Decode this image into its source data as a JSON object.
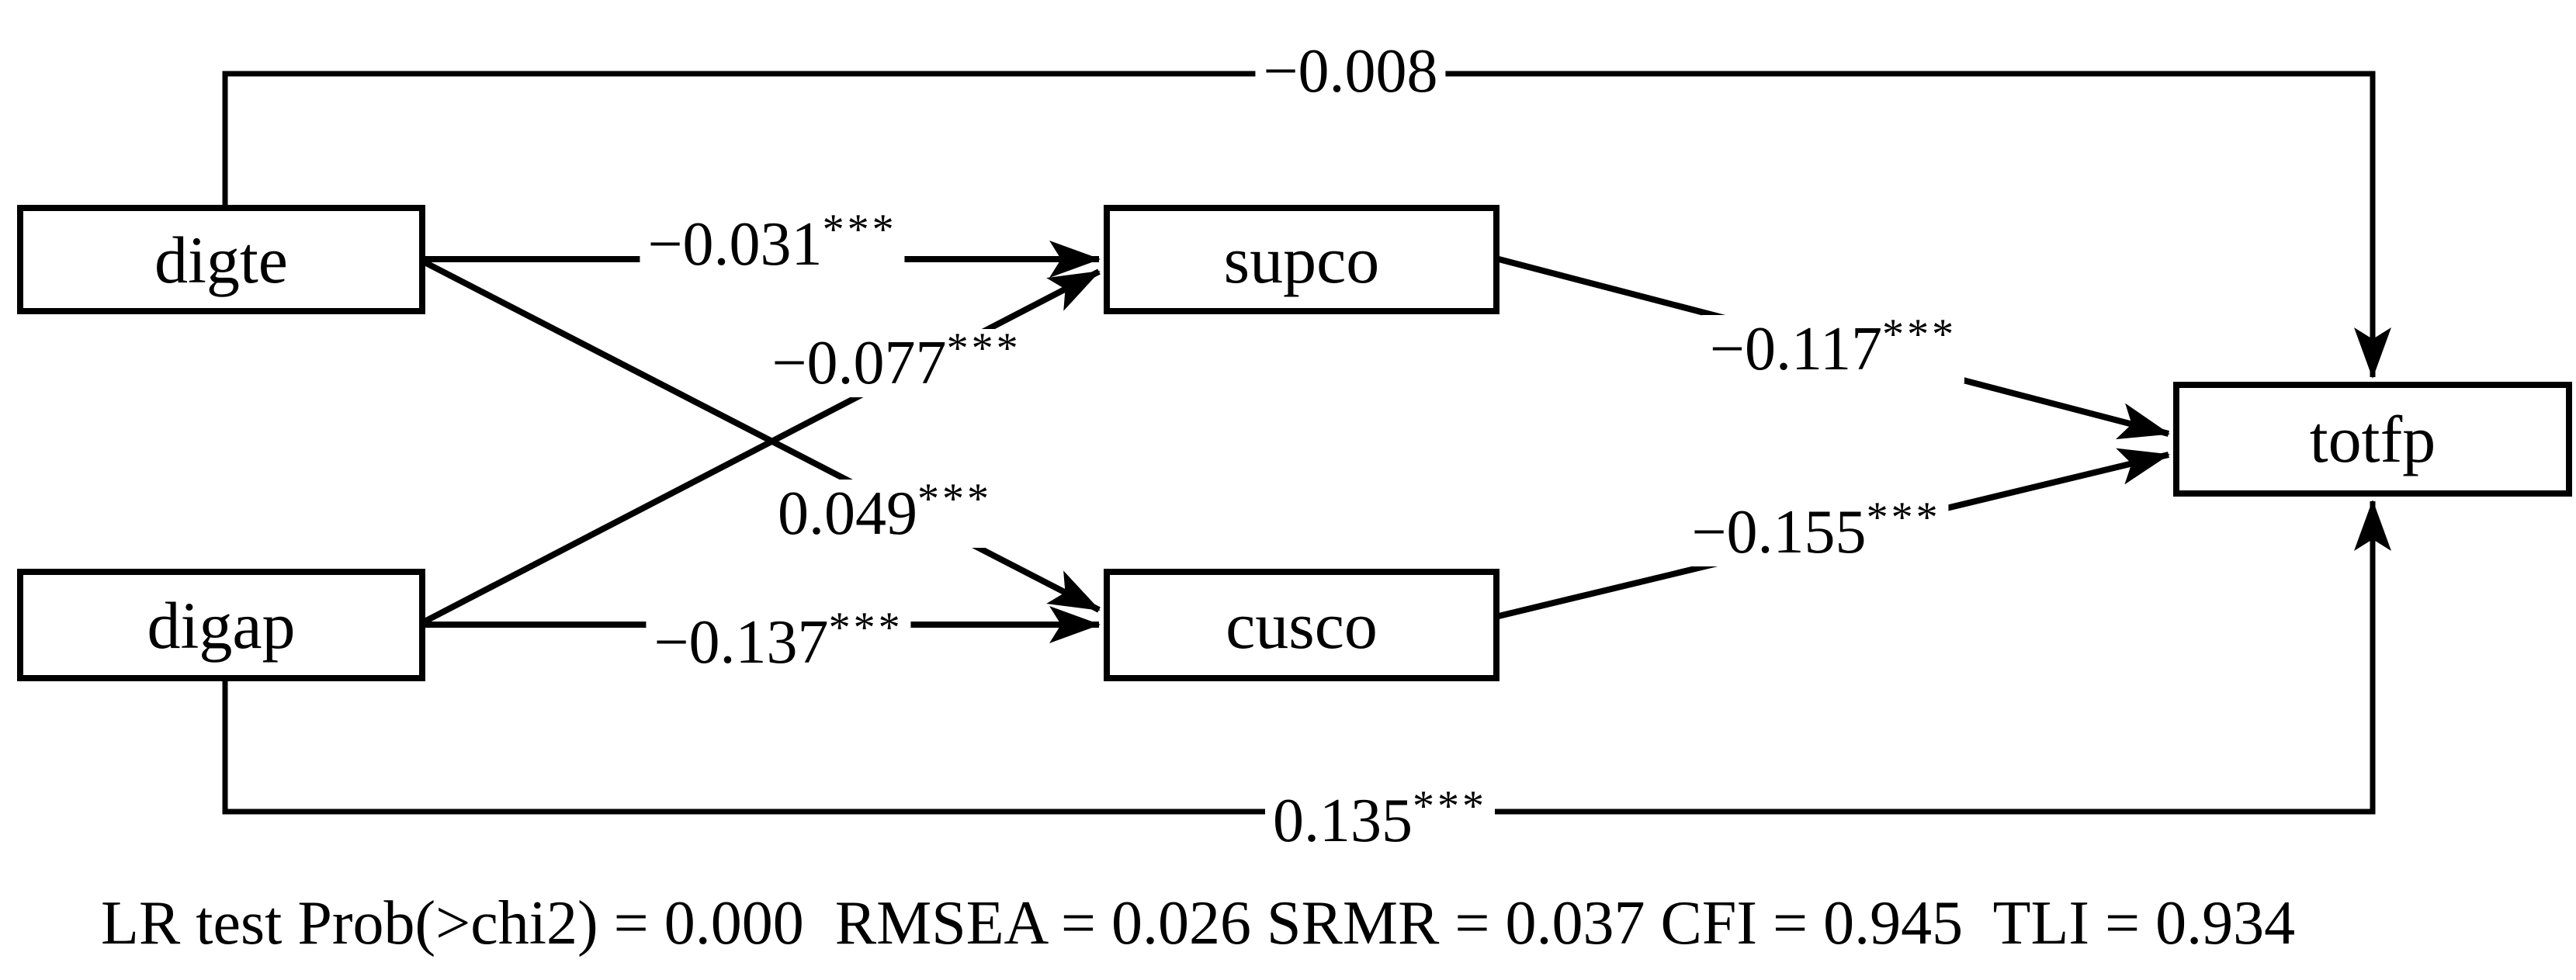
{
  "diagram": {
    "title": "SEM path diagram",
    "nodes": [
      {
        "id": "digte",
        "label": "digte"
      },
      {
        "id": "digap",
        "label": "digap"
      },
      {
        "id": "supco",
        "label": "supco"
      },
      {
        "id": "cusco",
        "label": "cusco"
      },
      {
        "id": "totfp",
        "label": "totfp"
      }
    ],
    "edges": [
      {
        "id": "digte-totfp",
        "from": "digte",
        "to": "totfp",
        "coef": "−0.008",
        "stars": ""
      },
      {
        "id": "digte-supco",
        "from": "digte",
        "to": "supco",
        "coef": "−0.031",
        "stars": "***"
      },
      {
        "id": "digap-supco",
        "from": "digap",
        "to": "supco",
        "coef": "−0.077",
        "stars": "***"
      },
      {
        "id": "digte-cusco",
        "from": "digte",
        "to": "cusco",
        "coef": "0.049",
        "stars": "***"
      },
      {
        "id": "digap-cusco",
        "from": "digap",
        "to": "cusco",
        "coef": "−0.137",
        "stars": "***"
      },
      {
        "id": "supco-totfp",
        "from": "supco",
        "to": "totfp",
        "coef": "−0.117",
        "stars": "***"
      },
      {
        "id": "cusco-totfp",
        "from": "cusco",
        "to": "totfp",
        "coef": "−0.155",
        "stars": "***"
      },
      {
        "id": "digap-totfp",
        "from": "digap",
        "to": "totfp",
        "coef": "0.135",
        "stars": "***"
      }
    ],
    "footer": "LR test Prob(>chi2) = 0.000  RMSEA = 0.026 SRMR = 0.037 CFI = 0.945  TLI = 0.934",
    "colors": {
      "ink": "#000000",
      "background": "#ffffff"
    }
  }
}
